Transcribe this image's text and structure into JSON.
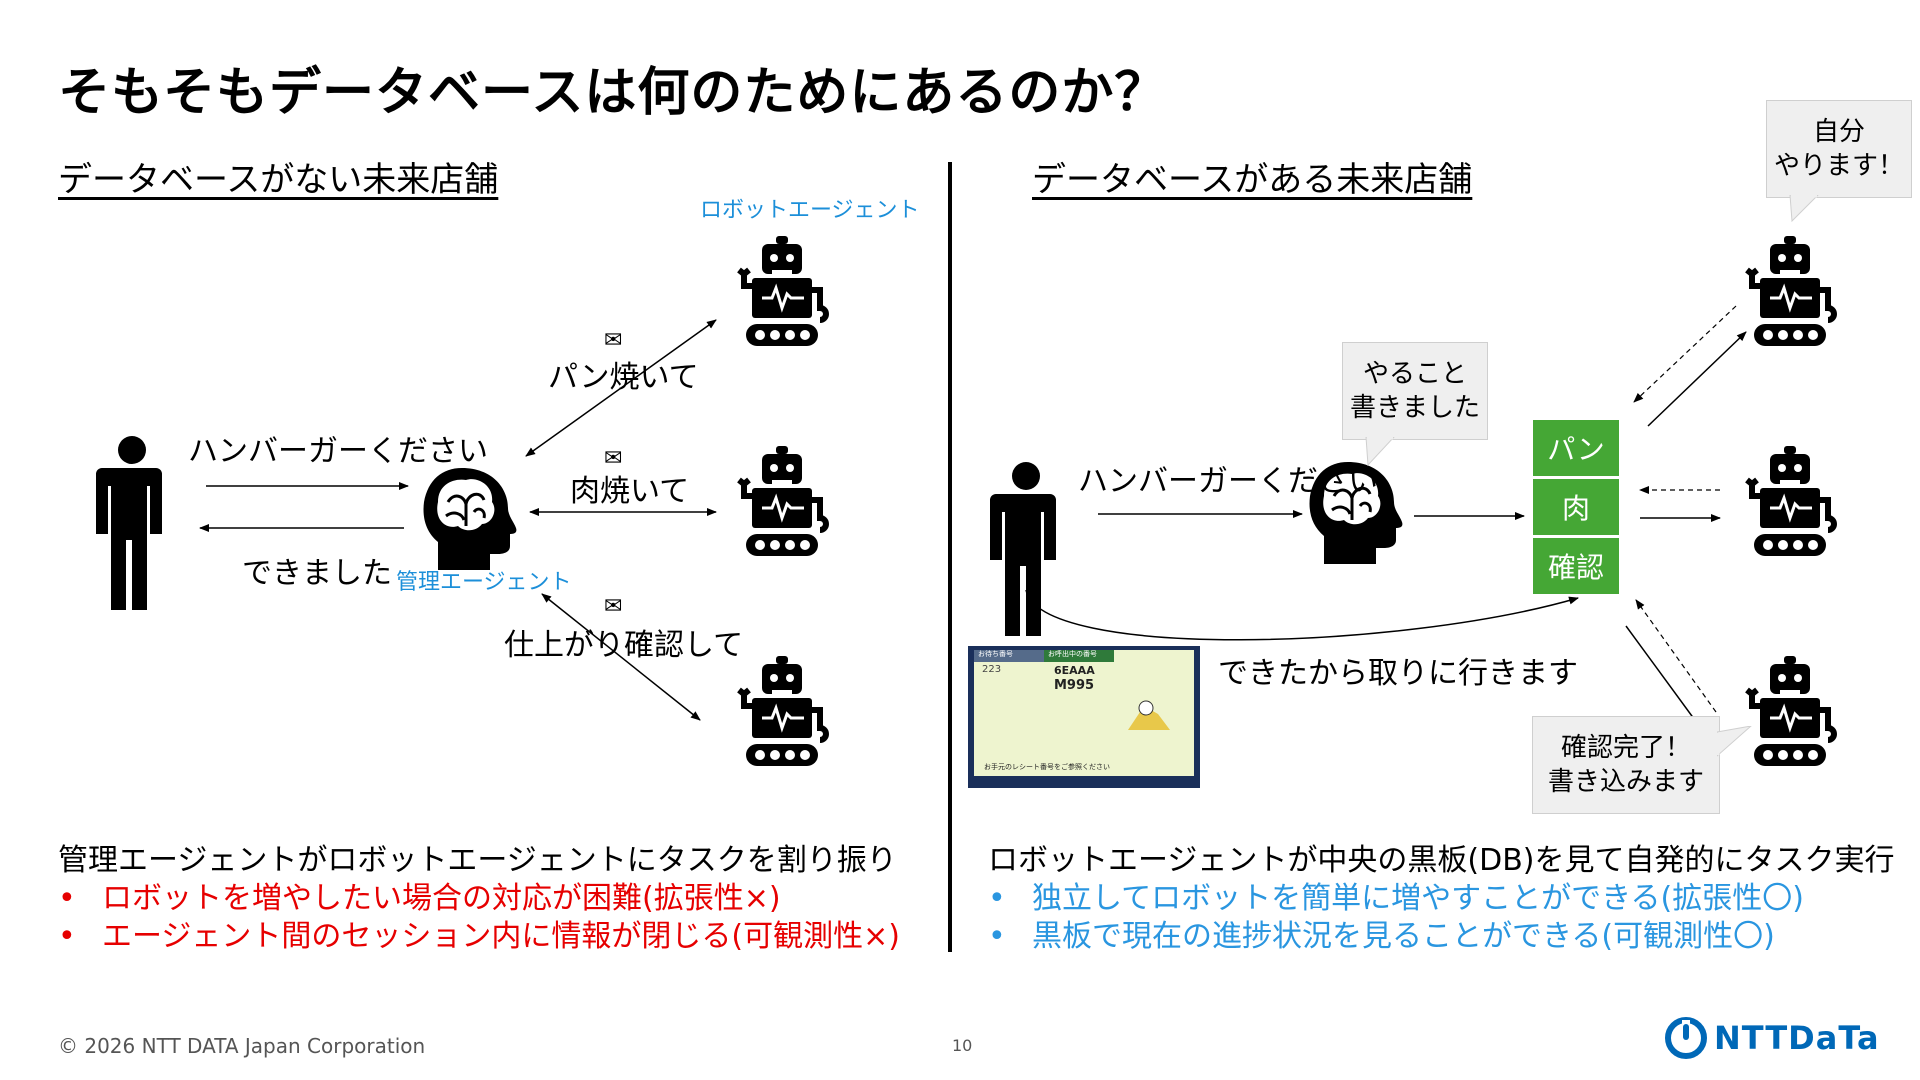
{
  "title": "そもそもデータベースは何のためにあるのか？",
  "left": {
    "subtitle": "データベースがない未来店舗",
    "robot_agent_label": "ロボットエージェント",
    "manager_label": "管理エージェント",
    "order_label": "ハンバーガーください",
    "done_label": "できました",
    "task_bread": "パン焼いて",
    "task_meat": "肉焼いて",
    "task_check": "仕上がり確認して",
    "envelope": "✉",
    "summary": "管理エージェントがロボットエージェントにタスクを割り振り",
    "bullets": [
      "ロボットを増やしたい場合の対応が困難(拡張性×)",
      "エージェント間のセッション内に情報が閉じる(可観測性×)"
    ]
  },
  "right": {
    "subtitle": "データベースがある未来店舗",
    "order_label": "ハンバーガーください",
    "callout_written": [
      "やること",
      "書きました"
    ],
    "callout_self": [
      "自分",
      "やります！"
    ],
    "callout_done": [
      "確認完了！",
      "書き込みます"
    ],
    "db_items": [
      "パン",
      "肉",
      "確認"
    ],
    "pickup_label": "できたから取りに行きます",
    "summary": "ロボットエージェントが中央の黒板(DB)を見て自発的にタスク実行",
    "bullets": [
      "独立してロボットを簡単に増やすことができる(拡張性〇)",
      "黒板で現在の進捗状況を見ることができる(可観測性〇)"
    ]
  },
  "screen": {
    "header_left": "お待ち番号",
    "header_right": "お呼出中の番号",
    "left_number": "223",
    "code1": "6EAAA",
    "code2": "M995",
    "footer": "お手元のレシート番号をご参照ください"
  },
  "footer": {
    "copyright": "© 2026 NTT DATA Japan Corporation",
    "page": "10",
    "logo_text": "NTTDaTa"
  },
  "colors": {
    "db_green": "#45a735",
    "negative_red": "#e60000",
    "positive_blue": "#2a96e0",
    "label_blue": "#1c8fd9",
    "logo_blue": "#0068b7"
  }
}
